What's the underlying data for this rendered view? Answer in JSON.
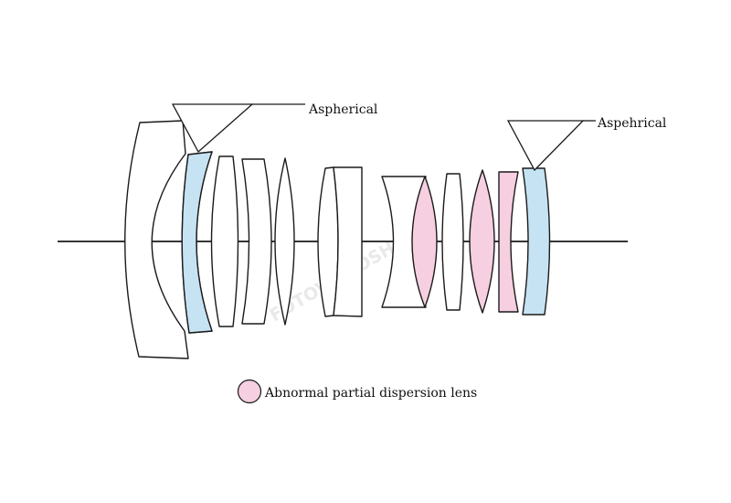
{
  "labels": {
    "aspherical_left": "Aspherical",
    "aspherical_right": "Aspehrical",
    "legend": "Abnormal partial dispersion lens"
  },
  "watermark": "FOTOVIDEOSHOP",
  "colors": {
    "outline": "#1a1a1a",
    "aspherical_fill": "#c6e3f3",
    "abnormal_dispersion_fill": "#f6cfe0",
    "plain_fill": "#ffffff",
    "watermark": "#e9e9e9"
  },
  "lens_elements": [
    {
      "id": "element-1",
      "type": "plain"
    },
    {
      "id": "element-2",
      "type": "aspherical"
    },
    {
      "id": "element-3",
      "type": "plain"
    },
    {
      "id": "element-4",
      "type": "plain"
    },
    {
      "id": "element-5",
      "type": "plain"
    },
    {
      "id": "element-6",
      "type": "plain"
    },
    {
      "id": "element-7",
      "type": "plain"
    },
    {
      "id": "element-8",
      "type": "plain"
    },
    {
      "id": "element-9",
      "type": "abnormal-dispersion"
    },
    {
      "id": "element-10",
      "type": "plain"
    },
    {
      "id": "element-11",
      "type": "abnormal-dispersion"
    },
    {
      "id": "element-12",
      "type": "abnormal-dispersion"
    },
    {
      "id": "element-13",
      "type": "aspherical"
    }
  ]
}
